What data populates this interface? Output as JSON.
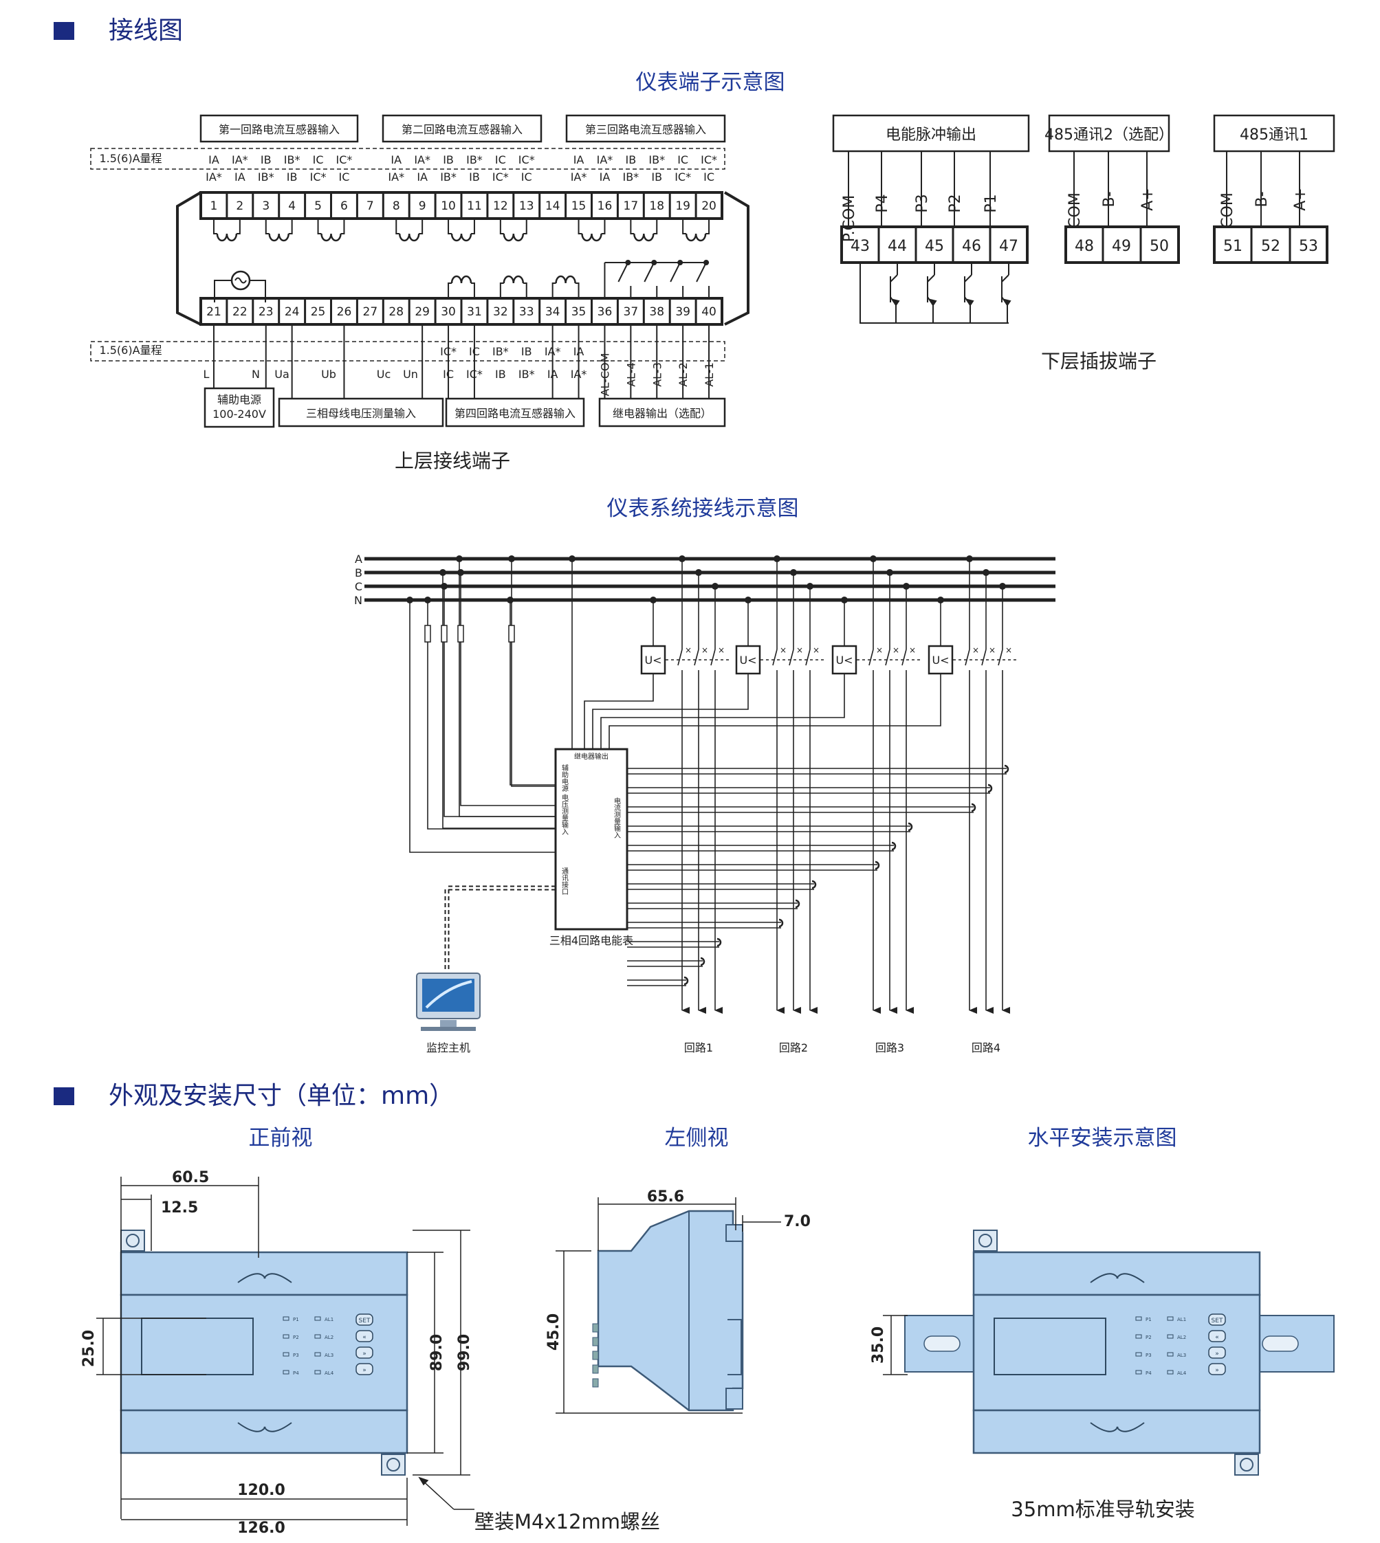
{
  "section1": {
    "title": "接线图"
  },
  "section2": {
    "title": "外观及安装尺寸（单位：mm）"
  },
  "colors": {
    "accent": "#1a2a80",
    "title_blue": "#1f3a9a",
    "device_fill": "#b5d3ef",
    "device_stroke": "#3d5a78",
    "line": "#222222"
  },
  "terminal_diagram": {
    "title": "仪表端子示意图",
    "upper_label": "上层接线端子",
    "lower_label": "下层插拔端子",
    "top_groups": [
      "第一回路电流互感器输入",
      "第二回路电流互感器输入",
      "第三回路电流互感器输入"
    ],
    "range_label": "1.5(6)A量程",
    "top_row1": [
      "IA",
      "IA*",
      "IB",
      "IB*",
      "IC",
      "IC*",
      "",
      "IA",
      "IA*",
      "IB",
      "IB*",
      "IC",
      "IC*",
      "",
      "IA",
      "IA*",
      "IB",
      "IB*",
      "IC",
      "IC*"
    ],
    "top_row2": [
      "IA*",
      "IA",
      "IB*",
      "IB",
      "IC*",
      "IC",
      "",
      "IA*",
      "IA",
      "IB*",
      "IB",
      "IC*",
      "IC",
      "",
      "IA*",
      "IA",
      "IB*",
      "IB",
      "IC*",
      "IC"
    ],
    "top_numbers": [
      "1",
      "2",
      "3",
      "4",
      "5",
      "6",
      "7",
      "8",
      "9",
      "10",
      "11",
      "12",
      "13",
      "14",
      "15",
      "16",
      "17",
      "18",
      "19",
      "20"
    ],
    "bottom_numbers": [
      "21",
      "22",
      "23",
      "24",
      "25",
      "26",
      "27",
      "28",
      "29",
      "30",
      "31",
      "32",
      "33",
      "34",
      "35",
      "36",
      "37",
      "38",
      "39",
      "40"
    ],
    "bottom_row1": [
      "IC*",
      "IC",
      "IB*",
      "IB",
      "IA*",
      "IA"
    ],
    "bottom_row2": [
      "IC",
      "IC*",
      "IB",
      "IB*",
      "IA",
      "IA*"
    ],
    "bottom_letters": [
      "L",
      "N",
      "Ua",
      "Ub",
      "Uc",
      "Un"
    ],
    "relay_labels": [
      "AL-COM",
      "AL-4",
      "AL-3",
      "AL-2",
      "AL-1"
    ],
    "bottom_groups": [
      "辅助电源",
      "100-240V",
      "三相母线电压测量输入",
      "第四回路电流互感器输入",
      "继电器输出（选配）"
    ],
    "pulse": {
      "title": "电能脉冲输出",
      "labels": [
        "P.COM",
        "P4",
        "P3",
        "P2",
        "P1"
      ],
      "numbers": [
        "43",
        "44",
        "45",
        "46",
        "47"
      ]
    },
    "comm2": {
      "title": "485通讯2（选配）",
      "labels": [
        "COM",
        "B-",
        "A+"
      ],
      "numbers": [
        "48",
        "49",
        "50"
      ]
    },
    "comm1": {
      "title": "485通讯1",
      "labels": [
        "COM",
        "B-",
        "A+"
      ],
      "numbers": [
        "51",
        "52",
        "53"
      ]
    }
  },
  "system_diagram": {
    "title": "仪表系统接线示意图",
    "bus_labels": [
      "A",
      "B",
      "C",
      "N"
    ],
    "breaker_label": "U<",
    "meter_top_label": "继电器输出",
    "meter_side_labels": [
      "辅助电源",
      "电压测量输入",
      "通讯接口"
    ],
    "meter_right_label": "电流测量输入",
    "meter_caption": "三相4回路电能表",
    "monitor_label": "监控主机",
    "loops": [
      "回路1",
      "回路2",
      "回路3",
      "回路4"
    ]
  },
  "dimensions": {
    "front_title": "正前视",
    "side_title": "左侧视",
    "rail_title": "水平安装示意图",
    "front": {
      "w_top": "60.5",
      "w_small": "12.5",
      "h_display": "25.0",
      "h_body": "89.0",
      "h_total": "99.0",
      "w_body": "120.0",
      "w_total": "126.0"
    },
    "side": {
      "depth": "65.6",
      "rail_offset": "7.0",
      "rail_height": "45.0"
    },
    "rail": {
      "rail_height": "35.0"
    },
    "screw_note": "壁装M4x12mm螺丝",
    "rail_note": "35mm标准导轨安装",
    "panel_leds": [
      "P1",
      "P2",
      "P3",
      "P4"
    ],
    "panel_alarms": [
      "AL1",
      "AL2",
      "AL3",
      "AL4"
    ],
    "panel_buttons": [
      "SET",
      "«",
      "»",
      "»"
    ]
  }
}
